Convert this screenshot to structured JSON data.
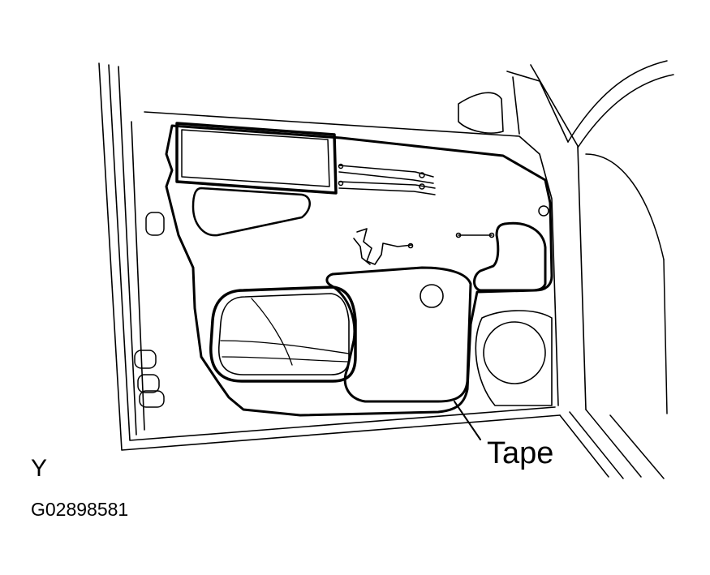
{
  "labels": {
    "callout": "Tape",
    "view_letter": "Y",
    "figure_code": "G02898581"
  },
  "colors": {
    "ink": "#000000",
    "paper": "#ffffff"
  }
}
